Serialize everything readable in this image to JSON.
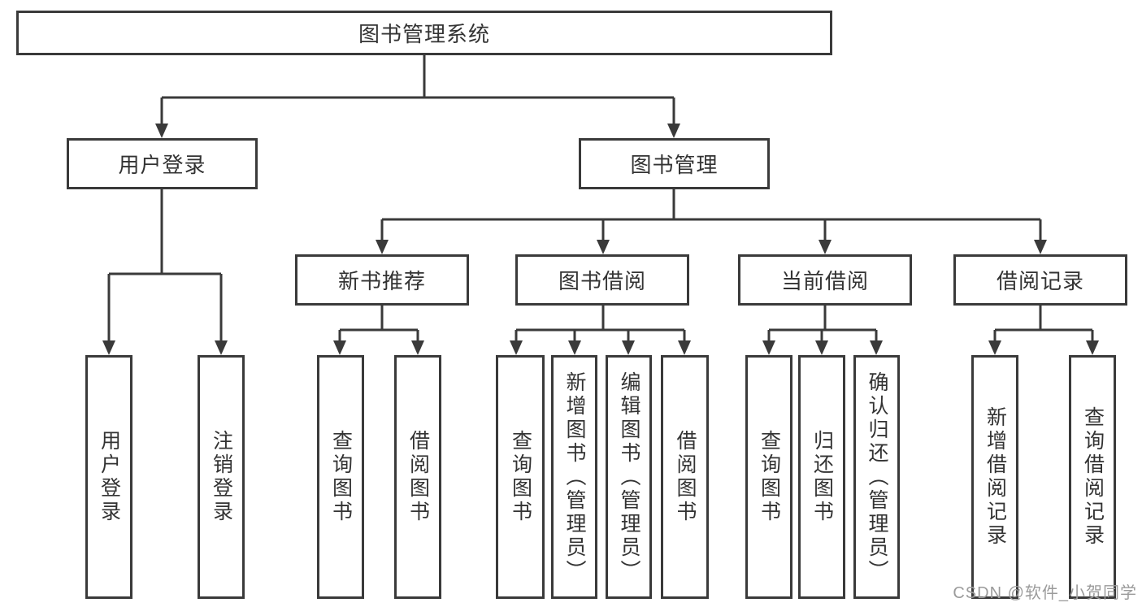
{
  "colors": {
    "line-color": "#3a3a3a",
    "text-color": "#333333",
    "watermark-color": "#9b9b9b",
    "bg-color": "#ffffff"
  },
  "watermark": "CSDN @软件_小贺同学",
  "tree": {
    "root": {
      "label": "图书管理系统",
      "children": [
        {
          "label": "用户登录",
          "children": [
            {
              "label": "用户登录"
            },
            {
              "label": "注销登录"
            }
          ]
        },
        {
          "label": "图书管理",
          "children": [
            {
              "label": "新书推荐",
              "children": [
                {
                  "label": "查询图书"
                },
                {
                  "label": "借阅图书"
                }
              ]
            },
            {
              "label": "图书借阅",
              "children": [
                {
                  "label": "查询图书"
                },
                {
                  "label": "新增图书（管理员）"
                },
                {
                  "label": "编辑图书（管理员）"
                },
                {
                  "label": "借阅图书"
                }
              ]
            },
            {
              "label": "当前借阅",
              "children": [
                {
                  "label": "查询图书"
                },
                {
                  "label": "归还图书"
                },
                {
                  "label": "确认归还（管理员）"
                }
              ]
            },
            {
              "label": "借阅记录",
              "children": [
                {
                  "label": "新增借阅记录"
                },
                {
                  "label": "查询借阅记录"
                }
              ]
            }
          ]
        }
      ]
    }
  }
}
